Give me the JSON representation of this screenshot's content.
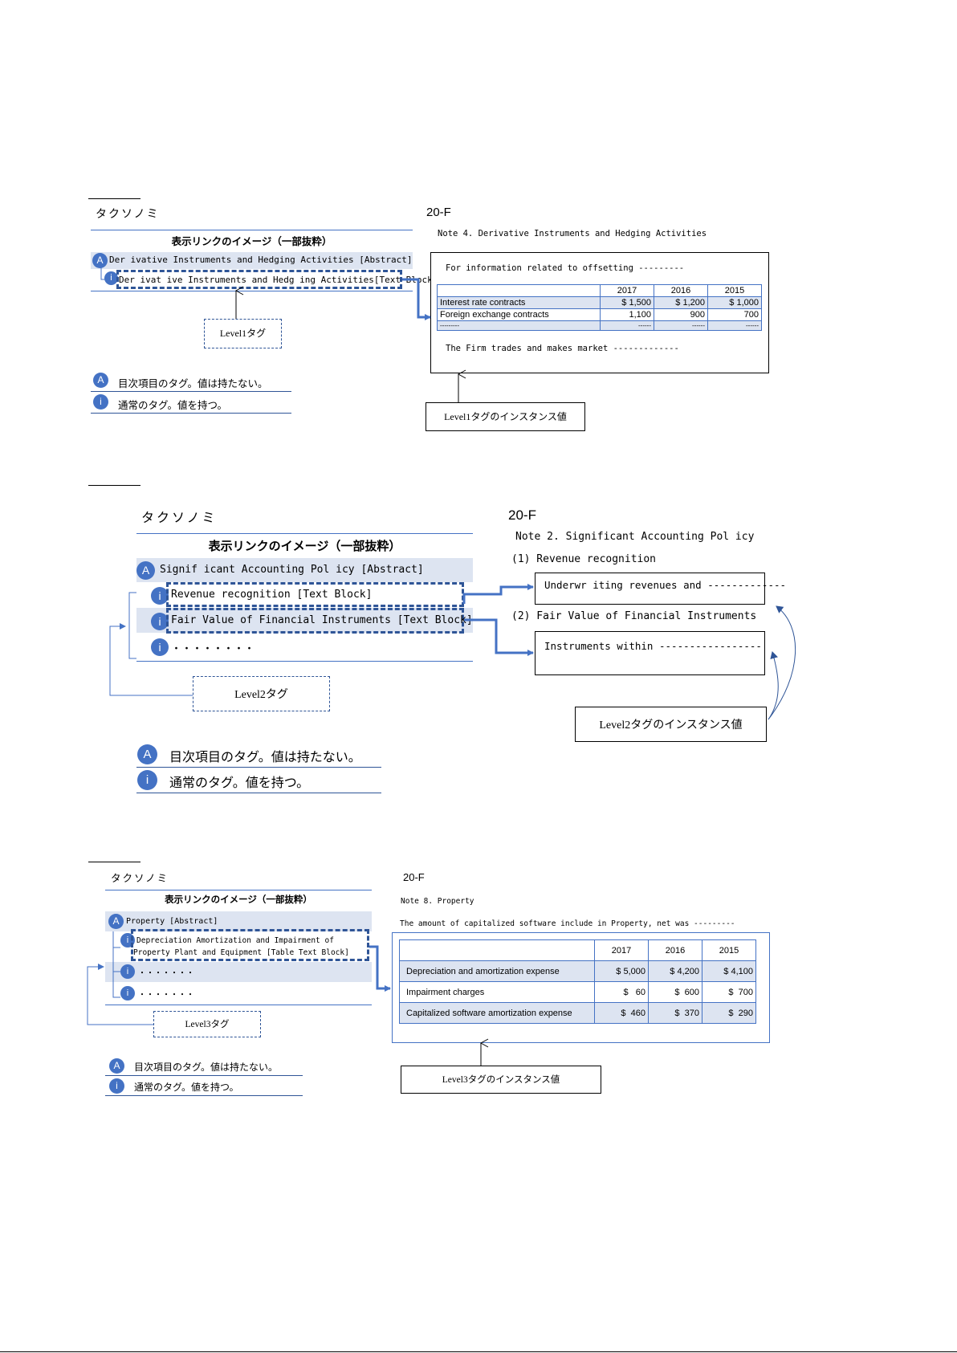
{
  "section1": {
    "taxonomy_label": "タクソノミ",
    "display_link_title": "表示リンクのイメージ（一部抜粋）",
    "abstract_item": "Der ivative Instruments and Hedging Activities [Abstract]",
    "textblock_item": "Der ivat ive Instruments and Hedg ing Activities[Text Block]",
    "level_tag": "Level1タグ",
    "doc_label": "20-F",
    "note_title": "Note 4.  Derivative Instruments and Hedging Activities",
    "intro_text": "For information related to offsetting  ---------",
    "table": {
      "headers": [
        "",
        "2017",
        "2016",
        "2015"
      ],
      "rows": [
        [
          "Interest rate contracts",
          "$ 1,500",
          "$ 1,200",
          "$ 1,000"
        ],
        [
          "Foreign exchange contracts",
          "1,100",
          "900",
          "700"
        ],
        [
          "---------",
          "------",
          "------",
          "------"
        ]
      ]
    },
    "closing_text": "The Firm trades and makes market  -------------",
    "instance_label": "Level1タグのインスタンス値",
    "legend": {
      "abstract_icon": "A",
      "abstract_text": "目次項目のタグ。値は持たない。",
      "item_icon": "i",
      "item_text": "通常のタグ。値を持つ。"
    }
  },
  "section2": {
    "taxonomy_label": "タクソノミ",
    "display_link_title": "表示リンクのイメージ（一部抜粋）",
    "abstract_item": "Signif icant Accounting Pol icy [Abstract]",
    "item1": "Revenue recognition [Text Block]",
    "item2": "Fair Value of Financial Instruments [Text Block]",
    "item3": "・・・・・・・・",
    "level_tag": "Level2タグ",
    "doc_label": "20-F",
    "note_title": "Note 2.  Significant Accounting Pol icy",
    "sub1": "(1)  Revenue recognition",
    "box1_text": "Underwr iting revenues and  -------------",
    "sub2": "(2)  Fair Value of Financial Instruments",
    "box2_text": "Instruments within  -----------------",
    "instance_label": "Level2タグのインスタンス値",
    "legend": {
      "abstract_icon": "A",
      "abstract_text": "目次項目のタグ。値は持たない。",
      "item_icon": "i",
      "item_text": "通常のタグ。値を持つ。"
    }
  },
  "section3": {
    "taxonomy_label": "タクソノミ",
    "display_link_title": "表示リンクのイメージ（一部抜粋）",
    "abstract_item": "Property [Abstract]",
    "item1_line1": "Depreciation Amortization and Impairment of",
    "item1_line2": "Property Plant and Equipment [Table Text Block]",
    "item2": "・・・・・・・",
    "item3": "・・・・・・・",
    "level_tag": "Level3タグ",
    "doc_label": "20-F",
    "note_title": "Note 8.  Property",
    "intro_text": "The amount of capitalized software include in Property, net was ---------",
    "table": {
      "headers": [
        "",
        "2017",
        "2016",
        "2015"
      ],
      "rows": [
        [
          "Depreciation and amortization expense",
          "$ 5,000",
          "$ 4,200",
          "$ 4,100"
        ],
        [
          "Impairment charges",
          "$   60",
          "$  600",
          "$  700"
        ],
        [
          "Capitalized software amortization expense",
          "$  460",
          "$  370",
          "$  290"
        ]
      ]
    },
    "instance_label": "Level3タグのインスタンス値",
    "legend": {
      "abstract_icon": "A",
      "abstract_text": "目次項目のタグ。値は持たない。",
      "item_icon": "i",
      "item_text": "通常のタグ。値を持つ。"
    }
  },
  "colors": {
    "accent": "#4472c4",
    "accent_dark": "#2f5597",
    "row_fill": "#dde4f1"
  }
}
